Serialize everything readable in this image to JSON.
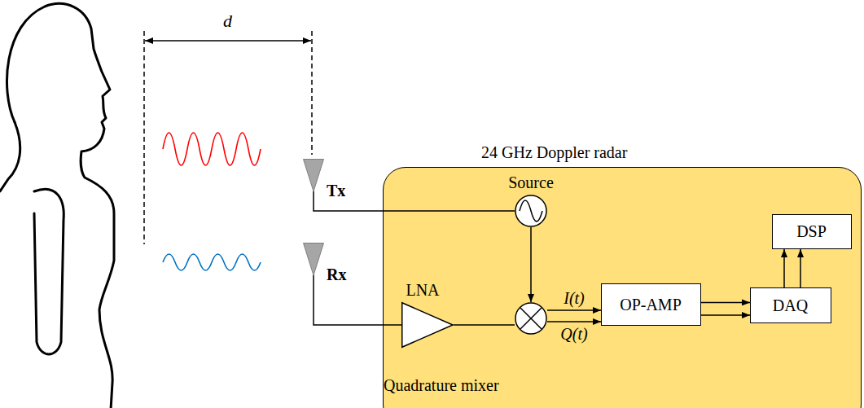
{
  "diagram": {
    "nodes": [
      {
        "text": [
          "24 GHz Doppler radar"
        ]
      },
      {
        "text": [
          "Tx"
        ]
      },
      {
        "text": [
          "Source"
        ],
        "in": 0
      },
      {
        "text": [
          "DSP"
        ],
        "in": 0
      },
      {
        "text": [
          "Rx"
        ]
      },
      {
        "text": [
          "LNA"
        ],
        "in": 0
      },
      {
        "text": [
          "Quadrature mixer"
        ],
        "in": 0
      },
      {
        "text": [
          "OP-AMP"
        ],
        "in": 0
      },
      {
        "text": [
          "DAQ"
        ],
        "in": 0
      }
    ],
    "edges": [
      {
        "from": 1,
        "to": 2,
        "arrow": "none"
      },
      {
        "from": 2,
        "to": 6,
        "arrow": "to"
      },
      {
        "from": 4,
        "to": 5,
        "arrow": "none"
      },
      {
        "from": 5,
        "to": 6,
        "arrow": "none"
      },
      {
        "from": 6,
        "to": 7,
        "label": "I(t)",
        "arrow": "to"
      },
      {
        "from": 6,
        "to": 7,
        "label": "Q(t)",
        "arrow": "to"
      },
      {
        "from": 7,
        "to": 8,
        "arrow": "to"
      },
      {
        "from": 7,
        "to": 8,
        "arrow": "to"
      },
      {
        "from": 8,
        "to": 3,
        "arrow": "to"
      },
      {
        "from": 8,
        "to": 3,
        "arrow": "to"
      }
    ],
    "labels": [
      "d"
    ]
  }
}
